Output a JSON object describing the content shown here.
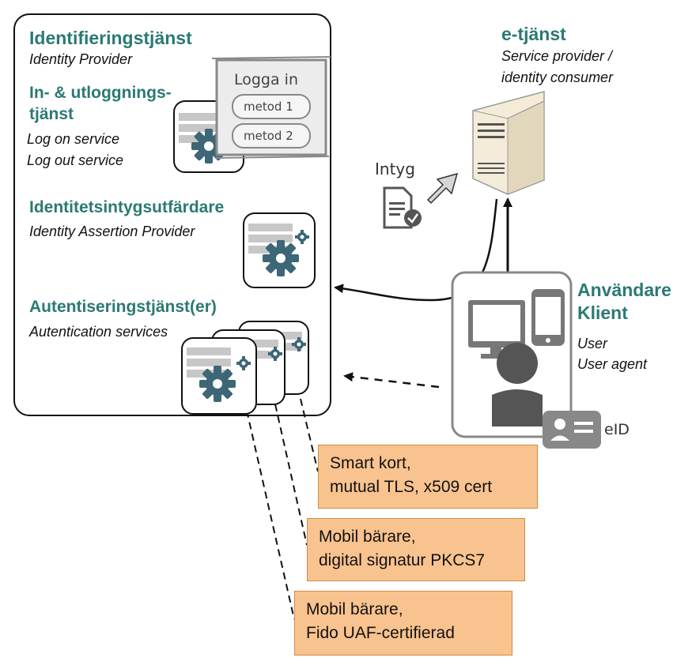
{
  "idp": {
    "title": "Identifieringstjänst",
    "subtitle": "Identity Provider",
    "login_service": {
      "title_line1": "In- & utloggnings-",
      "title_line2": "tjänst",
      "desc_line1": "Log on service",
      "desc_line2": "Log out service"
    },
    "login_form": {
      "title": "Logga in",
      "method1": "metod 1",
      "method2": "metod 2"
    },
    "assertion": {
      "title": "Identitetsintygsutfärdare",
      "subtitle": "Identity Assertion Provider"
    },
    "auth": {
      "title": "Autentiseringstjänst(er)",
      "subtitle": "Autentication services"
    }
  },
  "sp": {
    "title": "e-tjänst",
    "subtitle_line1": "Service provider /",
    "subtitle_line2": "identity consumer"
  },
  "assertion_label": "Intyg",
  "user": {
    "title_line1": "Användare",
    "title_line2": "Klient",
    "sub_line1": "User",
    "sub_line2": "User agent",
    "eid_label": "eID"
  },
  "methods": [
    {
      "line1": "Smart kort,",
      "line2": "mutual TLS, x509 cert"
    },
    {
      "line1": "Mobil bärare,",
      "line2": "digital signatur PKCS7"
    },
    {
      "line1": "Mobil bärare,",
      "line2": "Fido UAF-certifierad"
    }
  ],
  "colors": {
    "accent_teal": "#2a7a73",
    "gear": "#3d6677",
    "method_fill": "#f9c38f",
    "method_border": "#d28a43"
  }
}
